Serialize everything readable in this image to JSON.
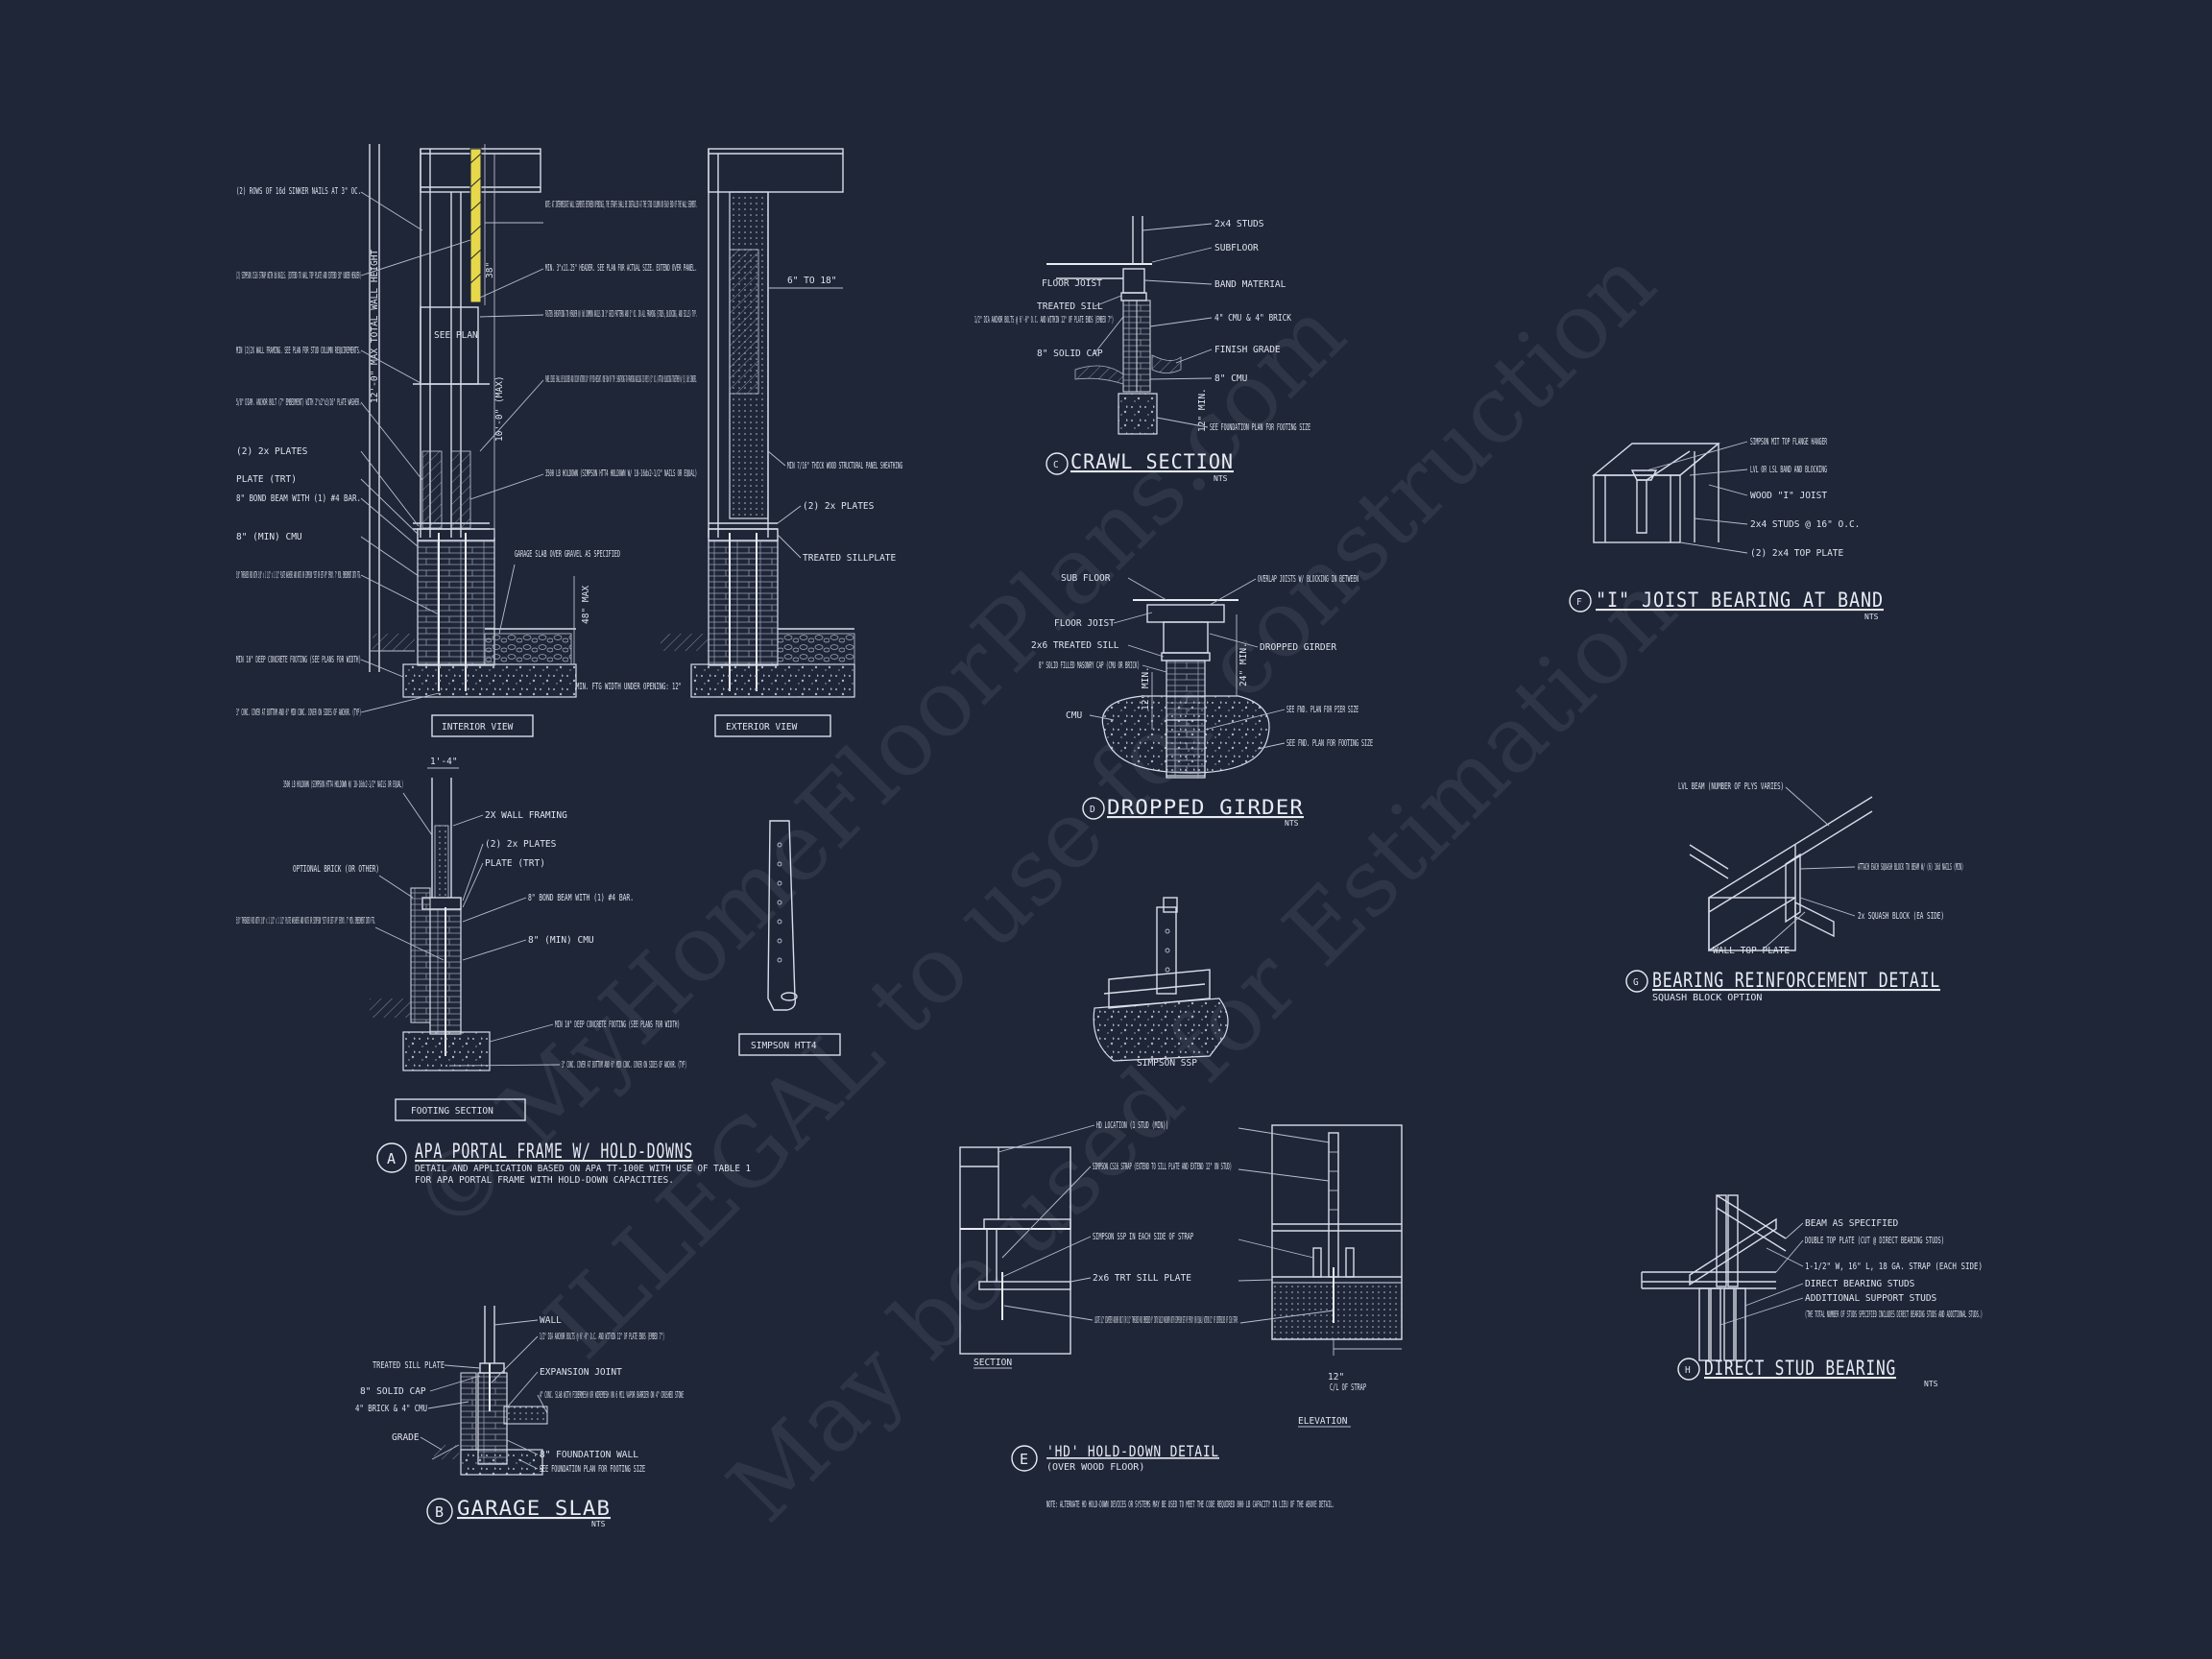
{
  "watermark": {
    "line1": "© MyHomeFloorPlans.com",
    "line2": "ILLEGAL to use for construction",
    "line3": "May be used for Estimation"
  },
  "details": {
    "A": {
      "letter": "A",
      "title": "APA PORTAL FRAME W/ HOLD-DOWNS",
      "sub1": "DETAIL AND APPLICATION BASED ON APA TT-100E WITH USE OF TABLE 1",
      "sub2": "FOR APA PORTAL FRAME WITH HOLD-DOWN CAPACITIES.",
      "view_interior": "INTERIOR VIEW",
      "view_exterior": "EXTERIOR VIEW",
      "view_footing": "FOOTING SECTION",
      "view_htt4": "SIMPSON HTT4",
      "dim_12ft": "12'-0\" MAX TOTAL WALL HEIGHT",
      "dim_10ft": "10'-0\" (MAX)",
      "dim_38": "38\"",
      "dim_48": "48\" MAX",
      "dim_6to18": "6\" TO 18\"",
      "dim_1ft4": "1'-4\"",
      "see_plan": "SEE PLAN",
      "left_notes": [
        "(2) ROWS OF 16d SINKER NAILS AT 3\" OC.",
        "(2) SIMPSON CS16 STRAP WITH 8d NAILS. (EXTEND TO WALL TOP PLATE AND EXTEND 38\" UNDER HEADER)",
        "MIN (2)2X WALL FRAMING. SEE PLAN FOR STUD COLUMN REQUIREMENTS.",
        "5/8\" DIAM. ANCHOR BOLT (7\" EMBEDMENT) WITH 2\"x2\"x3/16\" PLATE WASHER.",
        "(2) 2x PLATES",
        "PLATE (TRT)",
        "8\" BOND BEAM WITH (1) #4 BAR.",
        "8\" (MIN) CMU",
        "5/8\" THREADED ROD WITH 3/8\" x 1 1/2\" x 1 1/2\" PLATE WASHERS AND NUTS OR SIMPSON \"SET OR SET-XP\" EPOXY. 7\" MIN. EMBEDMENT INTO FTG.",
        "MIN 10\" DEEP CONCRETE FOOTING (SEE PLANS FOR WIDTH)",
        "3\" CONC. COVER AT BOTTOM AND 6\" MIN CONC. COVER ON SIDES OF ANCHOR. (TYP)"
      ],
      "mid_notes": [
        "NOTE: AT INTERMEDIATE WALL SEGMENTS BETWEEN OPENINGS, THE STRAPS SHALL BE INSTALLED AT THE STUD COLUMN ON EACH END OF THE WALL SEGMENT.",
        "MIN. 3\"x11.25\" HEADER. SEE PLAN FOR ACTUAL SIZE. EXTEND OVER PANEL.",
        "FASTEN SHEATHING TO HEADER W/ 8d COMMON NAILS IN 3\" GRID PATTERN AND 3\" OC. IN ALL FRAMING (STUDS, BLOCKING, AND SILLS) TYP.",
        "PANEL EDGES SHALL BE BLOCKED AND OCCUR WITHIN 24\" OF MID-HEIGHT. ONE ROW OF TYP. SHEATHING-TO-FRAMING NAILING IS REQ'D (3\" OC.) ATTACH BLOCKING TOGETHER W/ (3) 16d SINKERS.",
        "3500 LB HOLDOWN (SIMPSON HTT4 HOLDOWN W/ 18-16dx2-1/2\" NAILS OR EQUAL)",
        "GARAGE SLAB OVER GRAVEL AS SPECIFIED",
        "MIN. FTG WIDTH UNDER OPENING: 12\""
      ],
      "ext_notes": [
        "MIN 7/16\" THICK WOOD STRUCTURAL PANEL SHEATHING",
        "(2) 2x PLATES",
        "TREATED SILLPLATE"
      ],
      "footing_notes": [
        "3500 LB HOLDOWN (SIMPSON HTT4 HOLDOWN W/ 18-16dx2-1/2\" NAILS OR EQUAL)",
        "2X WALL FRAMING",
        "OPTIONAL BRICK (OR OTHER)",
        "(2) 2x PLATES",
        "PLATE (TRT)",
        "5/8\" THREADED ROD WITH 3/8\" x 1 1/2\" x 1 1/2\" PLATE WASHERS AND NUTS OR SIMPSON \"SET OR SET-XP\" EPOXY. 7\" MIN. EMBEDMENT INTO FTG.",
        "8\" BOND BEAM WITH (1) #4 BAR.",
        "8\" (MIN) CMU",
        "MIN 10\" DEEP CONCRETE FOOTING (SEE PLANS FOR WIDTH)",
        "3\" CONC. COVER AT BOTTOM AND 6\" MIN CONC. COVER ON SIDES OF ANCHOR. (TYP)"
      ]
    },
    "B": {
      "letter": "B",
      "title": "GARAGE SLAB",
      "nts": "NTS",
      "notes": [
        "WALL",
        "1/2\" DIA ANCHOR BOLTS @ 6'-0\" O.C. AND WITHIN 12\" OF PLATE ENDS (EMBED 7\")",
        "EXPANSION JOINT",
        "4\" CONC. SLAB WITH FIBERMESH OR WIREMESH ON 6 MIL VAPOR BARRIER ON 4\" CRUSHED STONE",
        "8\" FOUNDATION WALL",
        "SEE FOUNDATION PLAN FOR FOOTING SIZE",
        "TREATED SILL PLATE",
        "8\" SOLID CAP",
        "4\" BRICK & 4\" CMU",
        "GRADE"
      ]
    },
    "C": {
      "letter": "C",
      "title": "CRAWL SECTION",
      "nts": "NTS",
      "notes": [
        "2x4 STUDS",
        "SUBFLOOR",
        "BAND MATERIAL",
        "4\" CMU & 4\" BRICK",
        "FINISH GRADE",
        "8\" CMU",
        "SEE FOUNDATION PLAN FOR FOOTING SIZE",
        "FLOOR JOIST",
        "TREATED SILL",
        "1/2\" DIA ANCHOR BOLTS @ 6'-0\" O.C. AND WITHIN 12\" OF PLATE ENDS (EMBED 7\")",
        "8\" SOLID CAP",
        "12\" MIN."
      ]
    },
    "D": {
      "letter": "D",
      "title": "DROPPED GIRDER",
      "nts": "NTS",
      "notes": [
        "SUB FLOOR",
        "FLOOR JOIST",
        "2x6 TREATED SILL",
        "8\" SOLID FILLED MASONRY CAP (CMU OR BRICK)",
        "CMU",
        "OVERLAP JOISTS W/ BLOCKING IN BETWEEN",
        "DROPPED GIRDER",
        "SEE FND. PLAN FOR PIER SIZE",
        "SEE FND. PLAN FOR FOOTING SIZE",
        "24\" MIN.",
        "12\" MIN."
      ]
    },
    "SSP": {
      "label": "SIMPSON SSP"
    },
    "E": {
      "letter": "E",
      "title": "'HD' HOLD-DOWN DETAIL",
      "sub": "(OVER WOOD FLOOR)",
      "section": "SECTION",
      "elevation": "ELEVATION",
      "dim": "12\"",
      "dim_label": "C/L OF STRAP",
      "notes": [
        "HD LOCATION (1 STUD (MIN))",
        "SIMPSON CS16 STRAP (EXTEND TO SILL PLATE AND EXTEND 12\" ON STUD)",
        "SIMPSON SSP IN EACH SIDE OF STRAP",
        "2x6 TRT SILL PLATE",
        "LOCATE 1/2\" DIAMETER ANCHOR BOLT (OR 1/2\" THREADED ROD EMBEDDED 9\" INTO SOLID MASONRY WITH SIMPSON SET-XP EPOXY (OR EQUAL) WITHIN 12\" OF CENTERLINE OF CS16 STRAP."
      ],
      "footnote": "NOTE: ALTERNATE HD HOLD-DOWN DEVICES OR SYSTEMS MAY BE USED TO MEET THE CODE REQUIRED 800 LB CAPACITY IN LIEU OF THE ABOVE DETAIL."
    },
    "F": {
      "letter": "F",
      "title": "\"I\" JOIST BEARING AT BAND",
      "nts": "NTS",
      "notes": [
        "SIMPSON MIT TOP FLANGE HANGER",
        "LVL OR LSL BAND AND BLOCKING",
        "WOOD \"I\" JOIST",
        "2x4 STUDS @ 16\" O.C.",
        "(2) 2x4 TOP PLATE"
      ]
    },
    "G": {
      "letter": "G",
      "title": "BEARING REINFORCEMENT DETAIL",
      "sub": "SQUASH BLOCK OPTION",
      "notes": [
        "LVL BEAM (NUMBER OF PLYS VARIES)",
        "ATTACH EACH SQUASH BLOCK TO BEAM W/ (6) 16d NAILS (MIN)",
        "2x SQUASH BLOCK (EA SIDE)",
        "WALL TOP PLATE"
      ]
    },
    "H": {
      "letter": "H",
      "title": "DIRECT STUD BEARING",
      "nts": "NTS",
      "notes": [
        "BEAM AS SPECIFIED",
        "DOUBLE TOP PLATE (CUT @ DIRECT BEARING STUDS)",
        "1-1/2\" W, 16\" L, 18 GA. STRAP (EACH SIDE)",
        "DIRECT BEARING STUDS",
        "ADDITIONAL SUPPORT STUDS",
        "(THE TOTAL NUMBER OF STUDS SPECIFIED INCLUDES DIRECT BEARING STUDS AND ADDITIONAL STUDS.)"
      ]
    }
  }
}
